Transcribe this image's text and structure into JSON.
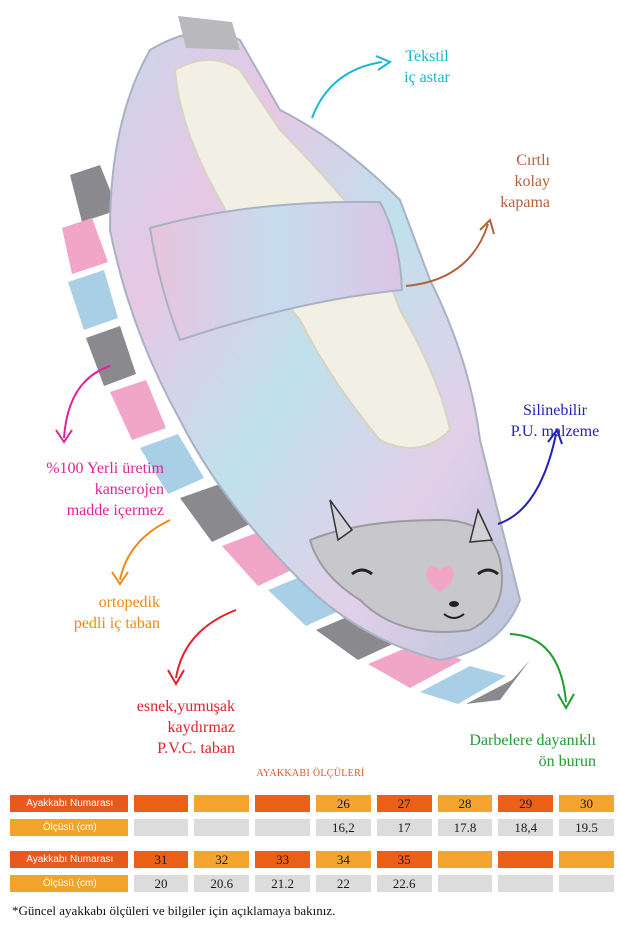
{
  "callouts": {
    "tekstil": [
      "Tekstil",
      "iç astar"
    ],
    "cirtli": [
      "Cırtlı",
      "kolay",
      "kapama"
    ],
    "silinebilir": [
      "Silinebilir",
      "P.U. malzeme"
    ],
    "yerli": [
      "%100 Yerli üretim",
      "kanserojen",
      "madde içermez"
    ],
    "ortopedik": [
      "ortopedik",
      "pedli iç taban"
    ],
    "esnek": [
      "esnek,yumuşak",
      "kaydırmaz",
      "P.V.C. taban"
    ],
    "darbelere": [
      "Darbelere dayanıklı",
      "ön burun"
    ]
  },
  "colors": {
    "tekstil": "#1ab6d6",
    "cirtli": "#b4613b",
    "silinebilir": "#2321b8",
    "yerli": "#e0239c",
    "ortopedik": "#ee8a14",
    "esnek": "#e52029",
    "darbelere": "#229c2f",
    "table_orange": "#ec5f16",
    "table_light_orange": "#f6a430"
  },
  "size_chart": {
    "title": "AYAKKABI ÖLÇÜLERİ",
    "number_label": "Ayakkabı Numarası",
    "measure_label": "Ölçüsü (cm)",
    "table1": {
      "numbers": [
        "",
        "",
        "",
        "26",
        "27",
        "28",
        "29",
        "30"
      ],
      "measures": [
        "",
        "",
        "",
        "16,2",
        "17",
        "17.8",
        "18,4",
        "19.5"
      ]
    },
    "table2": {
      "numbers": [
        "31",
        "32",
        "33",
        "34",
        "35",
        "",
        "",
        ""
      ],
      "measures": [
        "20",
        "20.6",
        "21.2",
        "22",
        "22.6",
        "",
        "",
        ""
      ]
    }
  },
  "footnote": "*Güncel ayakkabı ölçüleri ve bilgiler için açıklamaya bakınız."
}
